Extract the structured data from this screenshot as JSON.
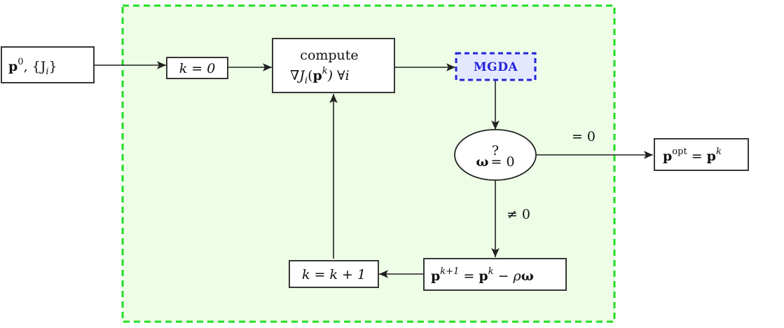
{
  "nodes": {
    "input": {
      "main": "p",
      "sup": "0",
      "rest": ",  {J",
      "sub": "i",
      "close": "}"
    },
    "init": {
      "text": "k = 0"
    },
    "compute": {
      "line1": "compute",
      "nabla": "∇J",
      "sub": "i",
      "open": "(",
      "p": "p",
      "sup": "k",
      "close": ") ∀i"
    },
    "mgda": {
      "text": "MGDA"
    },
    "check": {
      "omega": "ω",
      "q": "?",
      "eq": "= 0"
    },
    "output": {
      "p": "p",
      "sup": "opt",
      "eq": " = ",
      "p2": "p",
      "sup2": "k"
    },
    "update": {
      "p": "p",
      "sup": "k+1",
      "eq": " = ",
      "p2": "p",
      "sup2": "k",
      "rest": " − ρ",
      "omega": "ω"
    },
    "increment": {
      "text": "k = k + 1"
    }
  },
  "edges": {
    "zero_label": "= 0",
    "nonzero_label": "≠ 0"
  },
  "colors": {
    "region_fill": "#edfde6",
    "region_border": "#22dd22",
    "mgda_fill": "#e4e8ff",
    "mgda_border": "#2323d8",
    "stroke": "#222222"
  }
}
